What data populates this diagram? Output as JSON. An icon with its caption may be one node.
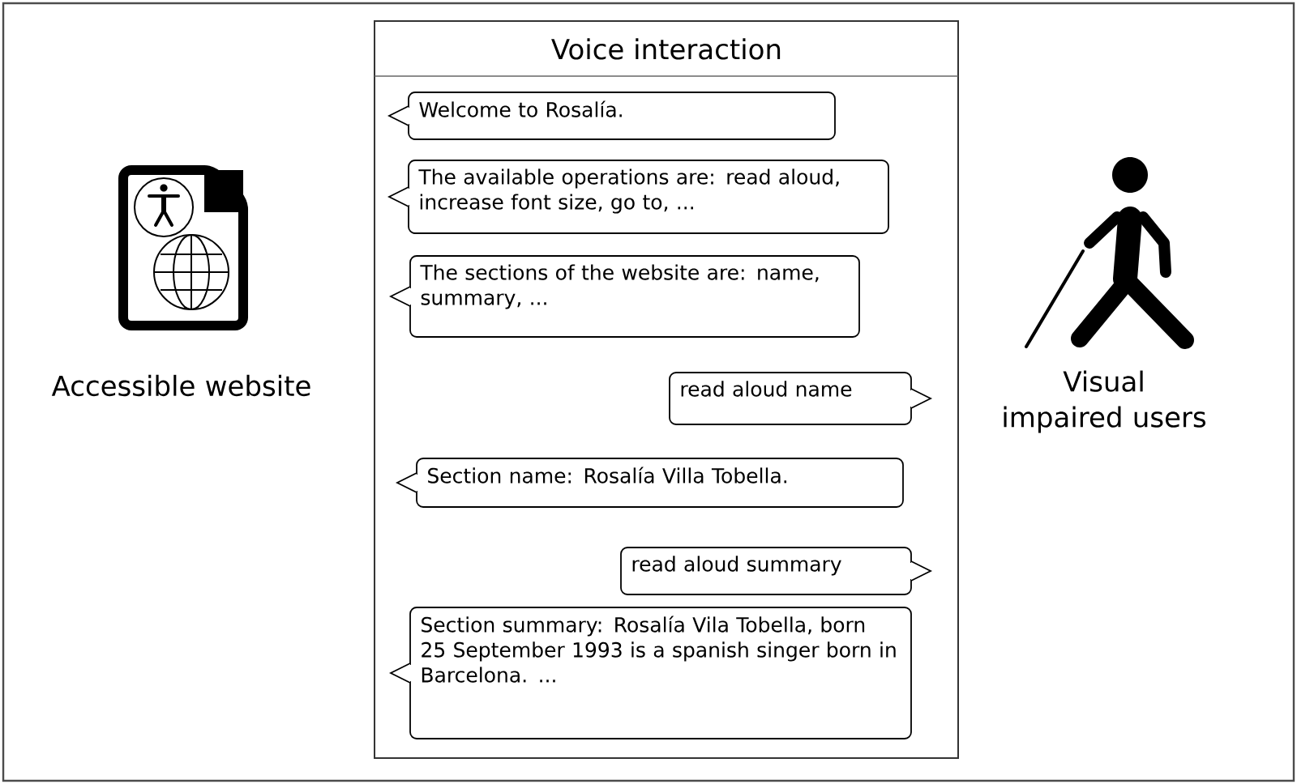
{
  "diagram": {
    "nodes": [
      {
        "text": [
          "Voice interaction"
        ]
      },
      {
        "text": [
          "Welcome to Rosalía."
        ],
        "in": 0
      },
      {
        "text": [
          "The available operations are: read aloud, increase font size, go to, ..."
        ],
        "in": 0
      },
      {
        "text": [
          "The sections of the website are: name, summary, ..."
        ],
        "in": 0
      },
      {
        "text": [
          "read aloud name"
        ],
        "in": 0
      },
      {
        "text": [
          "Section name: Rosalía Villa Tobella."
        ],
        "in": 0
      },
      {
        "text": [
          "read aloud summary"
        ],
        "in": 0
      },
      {
        "text": [
          "Section summary: Rosalía Vila Tobella, born 25 September 1993 is a spanish singer born in Barcelona. ..."
        ],
        "in": 0
      }
    ],
    "labels": [
      "Accessible website",
      "Visual impaired users"
    ]
  }
}
